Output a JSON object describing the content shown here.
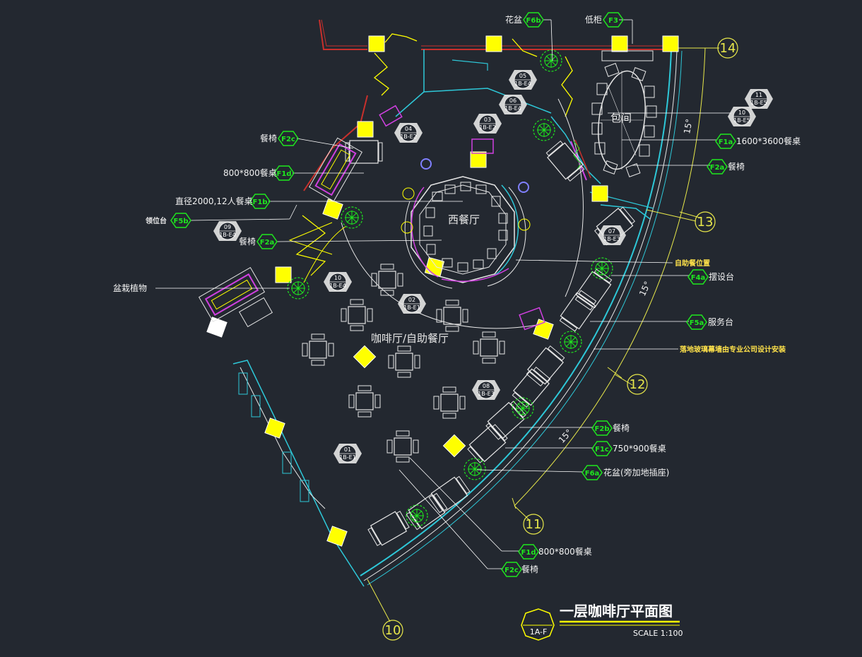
{
  "colors": {
    "background": "#232830",
    "wall_red": "#c8302c",
    "glass_cyan": "#2ec8d8",
    "column_yellow": "#ffff00",
    "furniture": "#e6e6e6",
    "plant_green": "#1ee81e",
    "magenta": "#d040e0",
    "dim_yellow": "#e8e84a"
  },
  "rooms": {
    "west_restaurant": "西餐厅",
    "coffee_buffet": "咖啡厅/自助餐厅",
    "private_room": "包间"
  },
  "callouts": [
    {
      "id": "f6b",
      "tag": "F6b",
      "text": "花盆"
    },
    {
      "id": "f3",
      "tag": "F3",
      "text": "低柜"
    },
    {
      "id": "f2c_top",
      "tag": "F2c",
      "text": "餐椅"
    },
    {
      "id": "f1d_top",
      "tag": "F1d",
      "text": "800*800餐桌"
    },
    {
      "id": "f1b",
      "tag": "F1b",
      "text": "直径2000,12人餐桌"
    },
    {
      "id": "f5b",
      "tag": "F5b",
      "text": "领位台"
    },
    {
      "id": "f2a_left",
      "tag": "F2a",
      "text": "餐椅"
    },
    {
      "id": "plants",
      "tag": "",
      "text": "盆栽植物"
    },
    {
      "id": "f1a",
      "tag": "F1a",
      "text": "1600*3600餐桌"
    },
    {
      "id": "f2a_right",
      "tag": "F2a",
      "text": "餐椅"
    },
    {
      "id": "buffet_pos",
      "tag": "",
      "text": "自助餐位置"
    },
    {
      "id": "f4a",
      "tag": "F4a",
      "text": "摆设台"
    },
    {
      "id": "f5a",
      "tag": "F5a",
      "text": "服务台"
    },
    {
      "id": "glass_note",
      "tag": "",
      "text": "落地玻璃幕墙由专业公司设计安装"
    },
    {
      "id": "f2b",
      "tag": "F2b",
      "text": "餐椅"
    },
    {
      "id": "f1c",
      "tag": "F1c",
      "text": "750*900餐桌"
    },
    {
      "id": "f6a",
      "tag": "F6a",
      "text": "花盆(旁加地插座)"
    },
    {
      "id": "f1d_bottom",
      "tag": "F1d",
      "text": "800*800餐桌"
    },
    {
      "id": "f2c_bottom",
      "tag": "F2c",
      "text": "餐椅"
    }
  ],
  "elevation_refs": [
    {
      "num": "05",
      "sheet": "1B-E4"
    },
    {
      "num": "06",
      "sheet": "1B-E4"
    },
    {
      "num": "03",
      "sheet": "1B-E2"
    },
    {
      "num": "04",
      "sheet": "1B-E2"
    },
    {
      "num": "09",
      "sheet": "1B-E4"
    },
    {
      "num": "07",
      "sheet": "1B-E3"
    },
    {
      "num": "10",
      "sheet": "1B-E4"
    },
    {
      "num": "02",
      "sheet": "1B-E1"
    },
    {
      "num": "08",
      "sheet": "1B-E3"
    },
    {
      "num": "01",
      "sheet": "1B-E1"
    },
    {
      "num": "11",
      "sheet": "1B-E5"
    },
    {
      "num": "10",
      "sheet": "1B-E5"
    }
  ],
  "grid_axes": [
    "14",
    "13",
    "12",
    "11",
    "10"
  ],
  "dimension_marks": [
    "15°",
    "15°",
    "15°"
  ],
  "title_block": {
    "title": "一层咖啡厅平面图",
    "sheet": "1A-F",
    "scale": "SCALE   1:100"
  }
}
